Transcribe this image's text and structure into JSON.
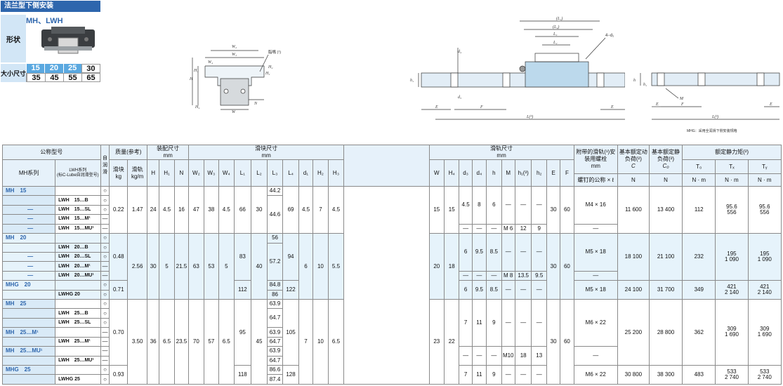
{
  "header": {
    "category": "法兰型下侧安装",
    "models": "MH、LWH",
    "shape_label": "形状",
    "size_label": "大小尺寸",
    "sizes_top": [
      "15",
      "20",
      "25",
      "30"
    ],
    "sizes_bottom": [
      "35",
      "45",
      "55",
      "65"
    ]
  },
  "drawing_labels": {
    "grease": "脂嘴 (¹)",
    "bolts": "4−d₁",
    "note": "MHG：采用全润滑下侧安装规格"
  },
  "table": {
    "h_model": "公称型号",
    "h_mh": "MH系列",
    "h_lwh": "LWH系列\n(标C-Lube自润滑型号)",
    "h_self": "自润滑",
    "h_mass": "质量(参考)",
    "h_block": "滑块",
    "h_block_u": "kg",
    "h_rail": "滑轨",
    "h_rail_u": "kg/m",
    "h_asm": "装配尺寸",
    "h_mm": "mm",
    "h_slider": "滑块尺寸",
    "h_railsz": "滑轨尺寸",
    "h_bolt": "附带的滑轨(¹)安装用螺栓",
    "h_bolt2": "螺钉的公称 × ℓ",
    "h_dyn": "基本额定动负荷(²)",
    "h_sta": "基本额定静负荷(²)",
    "h_mom": "额定静力矩(²)",
    "c": "C",
    "c0": "C₀",
    "N": "N",
    "Nm": "N · m",
    "t0": "T₀",
    "tx": "Tₓ",
    "ty": "Tᵧ",
    "cols_asm": [
      "H",
      "H₁",
      "N"
    ],
    "cols_sl": [
      "W₂",
      "W₃",
      "W₄",
      "L₁",
      "L₂",
      "L₃",
      "L₄",
      "d₁",
      "H₂",
      "H₃"
    ],
    "cols_rail": [
      "W",
      "H₄",
      "d₃",
      "d₄",
      "h",
      "M",
      "h₁(³)",
      "h₂",
      "E",
      "F"
    ],
    "mh15": "MH　15",
    "lwh15b": "LWH　15…B",
    "lwh15sl": "LWH　15…SL",
    "lwh15m": "LWH　15…M¹",
    "lwh15mu": "LWH　15…MU¹",
    "mh20": "MH　20",
    "lwh20b": "LWH　20…B",
    "lwh20sl": "LWH　20…SL",
    "lwh20m": "LWH　20…M¹",
    "lwh20mu": "LWH　20…MU¹",
    "mhg20": "MHG　20",
    "lwhg20": "LWHG 20",
    "mh25": "MH　25",
    "lwh25b": "LWH　25…B",
    "lwh25sl": "LWH　25…SL",
    "mh25m": "MH　25…M¹",
    "lwh25m": "LWH　25…M¹",
    "mh25mu": "MH　25…MU¹",
    "lwh25mu": "LWH　25…MU¹",
    "mhg25": "MHG　25",
    "lwhg25": "LWHG 25",
    "o": "○",
    "dash": "—",
    "v": {
      "m15": "0.22",
      "r15": "1.47",
      "H15": "24",
      "H115": "4.5",
      "N15": "16",
      "W215": "47",
      "W315": "38",
      "W415": "4.5",
      "L115": "66",
      "L215": "30",
      "L3a15": "44.2",
      "L3b15": "44.6",
      "L415": "69",
      "d115": "4.5",
      "H215": "7",
      "H315": "4.5",
      "W15": "15",
      "H415": "15",
      "d315": "4.5",
      "d415": "8",
      "h15": "6",
      "M15": "M 6",
      "h115": "12",
      "h215": "9",
      "E15": "30",
      "F15": "60",
      "bolt15": "M4 × 16",
      "C15": "11 600",
      "C015": "13 400",
      "T015": "112",
      "TXa15": "95.6",
      "TXb15": "556",
      "m20": "0.48",
      "r20": "2.56",
      "H20": "30",
      "H120": "5",
      "N20": "21.5",
      "W220": "63",
      "W320": "53",
      "W420": "5",
      "L120": "83",
      "L220": "40",
      "L3a20": "56",
      "L3b20": "57.2",
      "L420": "94",
      "d120": "6",
      "H220": "10",
      "H320": "5.5",
      "W20": "20",
      "H420": "18",
      "d320": "6",
      "d420": "9.5",
      "h20": "8.5",
      "M20": "M 8",
      "h120": "13.5",
      "h220": "9.5",
      "E20": "30",
      "F20": "60",
      "bolt20": "M5 × 18",
      "C20": "18 100",
      "C020": "21 100",
      "T020": "232",
      "TXa20": "195",
      "TXb20": "1 090",
      "mg20": "0.71",
      "L1g20": "112",
      "L3ag20": "84.8",
      "L3bg20": "86",
      "L4g20": "122",
      "Cg20": "24 100",
      "C0g20": "31 700",
      "T0g20": "349",
      "TXag20": "421",
      "TXbg20": "2 140",
      "m25": "0.70",
      "r25": "3.50",
      "H25": "36",
      "H125": "6.5",
      "N25": "23.5",
      "W225": "70",
      "W325": "57",
      "W425": "6.5",
      "L125": "95",
      "L225": "45",
      "L3a25": "63.9",
      "L3b25": "64.7",
      "L425": "105",
      "d125": "7",
      "H225": "10",
      "H325": "6.5",
      "W25": "23",
      "H425": "22",
      "d325": "7",
      "d425": "11",
      "h25": "9",
      "M25": "M10",
      "h125": "18",
      "h225": "13",
      "E25": "30",
      "F25": "60",
      "bolt25": "M6 × 22",
      "C25": "25 200",
      "C025": "28 800",
      "T025": "362",
      "TXa25": "309",
      "TXb25": "1 690",
      "mg25": "0.93",
      "L1g25": "118",
      "L3ag25": "86.6",
      "L3bg25": "87.4",
      "L4g25": "128",
      "Cg25": "30 800",
      "C0g25": "38 300",
      "T0g25": "483",
      "TXag25": "533",
      "TXbg25": "2 740"
    }
  }
}
